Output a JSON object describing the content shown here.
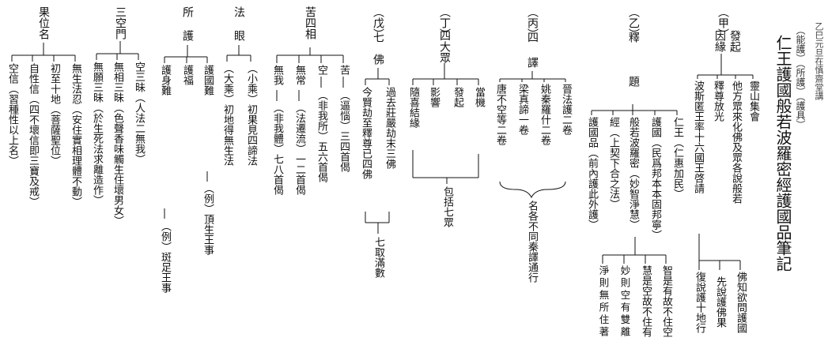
{
  "header": {
    "stamp": "乙巳元旦在慎齋堂講",
    "subtitle": "（能護）（所護）（護具）",
    "title": "仁王護國般若波羅密經護國品筆記"
  },
  "col_jia": {
    "tag": "（甲）",
    "head1": "發起",
    "head2": "因緣",
    "b1": "靈山集會",
    "b2": "他方眾來化佛及眾各說般若",
    "b3": "釋尊放光",
    "b4": "波斯匿王率十六國王啓請",
    "s1": "佛知欲問護國",
    "s2": "先說護佛果",
    "s3": "復說護十地行"
  },
  "col_yi": {
    "tag": "（乙）",
    "head1": "釋",
    "head2": "題",
    "b1": "仁王（仁惠加民）",
    "b2": "護國（民爲邦本本固邦寧）",
    "b3": "般若波羅密（妙智淨慧）",
    "b4": "經（上契下合之法）",
    "b5": "護國品（前內護此外護）",
    "s1": "智是有故不住空",
    "s2": "慧是空故不住有",
    "s3": "妙則空有雙離",
    "s4": "淨則無所住著"
  },
  "col_bing": {
    "tag": "（丙）",
    "head1": "四",
    "head2": "譯",
    "b1": "晉法護二卷",
    "b2": "姚秦羅什二卷",
    "b3": "梁真諦一卷",
    "b4": "唐不空等二卷",
    "note": "名各不同秦譯通行"
  },
  "col_ding": {
    "tag": "（丁）",
    "head": "四大眾",
    "b1": "當機",
    "b2": "發起",
    "b3": "影響",
    "b4": "隨喜結緣",
    "note": "包括七眾"
  },
  "col_wu": {
    "tag": "（戊）",
    "head1": "七",
    "head2": "佛",
    "b1": "過去莊嚴劫末三佛",
    "b2": "今賢劫至釋尊已四佛",
    "note": "七取滿數"
  },
  "col_ku": {
    "head": "苦四相",
    "b1": "苦",
    "b1d": "（逼惱）三四首偈",
    "b2": "空",
    "b2d": "（非我所）五六首偈",
    "b3": "無常",
    "b3d": "（法遷流）一二首偈",
    "b4": "無我",
    "b4d": "（非我體）七八首偈"
  },
  "col_fa": {
    "head1": "法",
    "head2": "眼",
    "b1": "（小乘）初果見四諦法",
    "b2": "（大乘）初地得無生法"
  },
  "col_suo": {
    "head1": "所",
    "head2": "護",
    "b1": "護國難",
    "b1d": "（例）頂生王事",
    "b2": "護福",
    "b3": "護身難",
    "b3d": "（例）斑足王事"
  },
  "col_sk": {
    "head": "三空門",
    "b1": "空三昧（人法二無我）",
    "b2": "無相三昧（色聲香味觸生住壞男女）",
    "b3": "無願三昧（於生死法求離造作）"
  },
  "col_guo": {
    "head": "果位名",
    "b1": "無生法忍（安住實相理體不動）",
    "b2": "初至十地（菩薩聖位）",
    "b3": "自性信（四不壞信即三寶及戒）",
    "b4": "空信（習種性以上名）"
  }
}
